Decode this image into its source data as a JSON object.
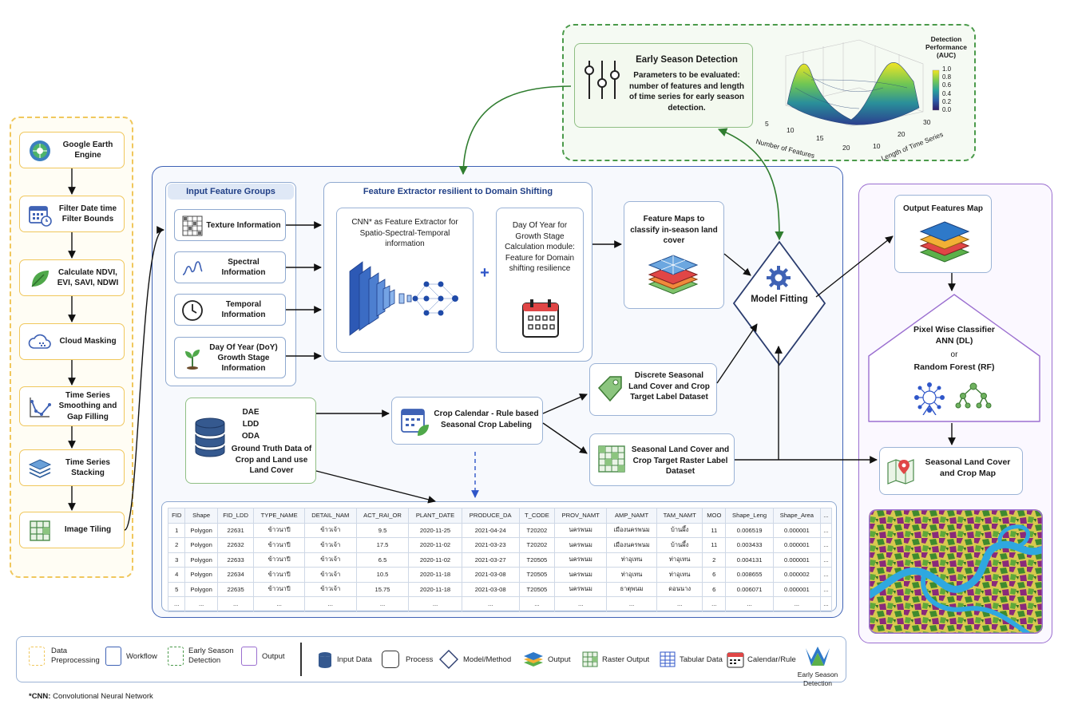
{
  "preprocessing": {
    "steps": [
      {
        "label": "Google Earth Engine",
        "icon": "globe-gear-icon"
      },
      {
        "label": "Filter Date time Filter Bounds",
        "icon": "calendar-clock-icon"
      },
      {
        "label": "Calculate NDVI, EVI, SAVI, NDWI",
        "icon": "leaf-icon"
      },
      {
        "label": "Cloud Masking",
        "icon": "cloud-icon"
      },
      {
        "label": "Time Series Smoothing and Gap Filling",
        "icon": "line-graph-icon"
      },
      {
        "label": "Time Series Stacking",
        "icon": "layers-icon"
      },
      {
        "label": "Image Tiling",
        "icon": "grid-icon"
      }
    ]
  },
  "input_features": {
    "title": "Input Feature Groups",
    "items": [
      {
        "label": "Texture Information",
        "icon": "texture-grid-icon"
      },
      {
        "label": "Spectral Information",
        "icon": "spectral-curve-icon"
      },
      {
        "label": "Temporal Information",
        "icon": "clock-icon"
      },
      {
        "label": "Day Of Year (DoY) Growth Stage Information",
        "icon": "sprout-icon"
      }
    ]
  },
  "feature_extractor": {
    "title": "Feature Extractor resilient to Domain Shifting",
    "cnn_label": "CNN* as Feature Extractor for Spatio-Spectral-Temporal information",
    "plus": "+",
    "doy_label": "Day Of Year for Growth Stage Calculation module: Feature for Domain shifting resilience"
  },
  "feature_maps": {
    "label": "Feature Maps to classify in-season land cover"
  },
  "model_fitting": {
    "label": "Model Fitting"
  },
  "early_season": {
    "title": "Early Season Detection",
    "text": "Parameters to be evaluated: number of features and length of time series for early season detection.",
    "chart_title": "Detection Performance (AUC)",
    "colorbar_ticks": [
      "1.0",
      "0.8",
      "0.6",
      "0.4",
      "0.2",
      "0.0"
    ],
    "x_axis_label": "Number of Features",
    "x_ticks": [
      "5",
      "10",
      "15",
      "20"
    ],
    "y_axis_label": "Length of Time Series",
    "y_ticks": [
      "10",
      "20",
      "30"
    ]
  },
  "ground_truth": {
    "sources": [
      "DAE",
      "LDD",
      "ODA"
    ],
    "label": "Ground Truth Data of Crop and Land use Land Cover"
  },
  "crop_calendar": {
    "label": "Crop Calendar - Rule based Seasonal Crop Labeling"
  },
  "discrete_dataset": {
    "label": "Discrete Seasonal Land Cover and Crop Target Label Dataset"
  },
  "raster_dataset": {
    "label": "Seasonal Land Cover and Crop Target Raster Label Dataset"
  },
  "output": {
    "features_map": "Output Features Map",
    "classifier_line1": "Pixel Wise Classifier",
    "classifier_line2": "ANN  (DL)",
    "classifier_line3": "or",
    "classifier_line4": "Random Forest (RF)",
    "final_map": "Seasonal Land Cover and Crop Map"
  },
  "table": {
    "headers": [
      "FID",
      "Shape",
      "FID_LDD",
      "TYPE_NAME",
      "DETAIL_NAM",
      "ACT_RAI_OR",
      "PLANT_DATE",
      "PRODUCE_DA",
      "T_CODE",
      "PROV_NAMT",
      "AMP_NAMT",
      "TAM_NAMT",
      "MOO",
      "Shape_Leng",
      "Shape_Area",
      "..."
    ],
    "rows": [
      [
        "1",
        "Polygon",
        "22631",
        "ข้าวนาปี",
        "ข้าวเจ้า",
        "9.5",
        "2020-11-25",
        "2021-04-24",
        "T20202",
        "นครพนม",
        "เมืองนครพนม",
        "บ้านผึ้ง",
        "11",
        "0.006519",
        "0.000001",
        "..."
      ],
      [
        "2",
        "Polygon",
        "22632",
        "ข้าวนาปี",
        "ข้าวเจ้า",
        "17.5",
        "2020-11-02",
        "2021-03-23",
        "T20202",
        "นครพนม",
        "เมืองนครพนม",
        "บ้านผึ้ง",
        "11",
        "0.003433",
        "0.000001",
        "..."
      ],
      [
        "3",
        "Polygon",
        "22633",
        "ข้าวนาปี",
        "ข้าวเจ้า",
        "6.5",
        "2020-11-02",
        "2021-03-27",
        "T20505",
        "นครพนม",
        "ท่าอุเทน",
        "ท่าอุเทน",
        "2",
        "0.004131",
        "0.000001",
        "..."
      ],
      [
        "4",
        "Polygon",
        "22634",
        "ข้าวนาปี",
        "ข้าวเจ้า",
        "10.5",
        "2020-11-18",
        "2021-03-08",
        "T20505",
        "นครพนม",
        "ท่าอุเทน",
        "ท่าอุเทน",
        "6",
        "0.008655",
        "0.000002",
        "..."
      ],
      [
        "5",
        "Polygon",
        "22635",
        "ข้าวนาปี",
        "ข้าวเจ้า",
        "15.75",
        "2020-11-18",
        "2021-03-08",
        "T20505",
        "นครพนม",
        "ธาตุพนม",
        "ดอนนาง",
        "6",
        "0.006071",
        "0.000001",
        "..."
      ],
      [
        "...",
        "...",
        "...",
        "...",
        "...",
        "...",
        "...",
        "...",
        "...",
        "...",
        "...",
        "...",
        "...",
        "...",
        "...",
        "..."
      ]
    ]
  },
  "legend": {
    "data_preprocessing": "Data Preprocessing",
    "workflow": "Workflow",
    "early_season": "Early Season Detection",
    "output": "Output",
    "input_data": "Input Data",
    "process": "Process",
    "model_method": "Model/Method",
    "output_icon": "Output",
    "raster_output": "Raster Output",
    "tabular_data": "Tabular Data",
    "calendar_rule": "Calendar/Rule",
    "early_season_detection": "Early Season Detection"
  },
  "footnote": {
    "bold": "*CNN:",
    "text": " Convolutional Neural Network"
  },
  "colors": {
    "preprocessing": "#f0c75c",
    "workflow": "#3f62b5",
    "early_season": "#4a9a4a",
    "output": "#9b6fd0",
    "arrow_green": "#2f7d2f",
    "arrow_dash": "#2f56c9"
  }
}
